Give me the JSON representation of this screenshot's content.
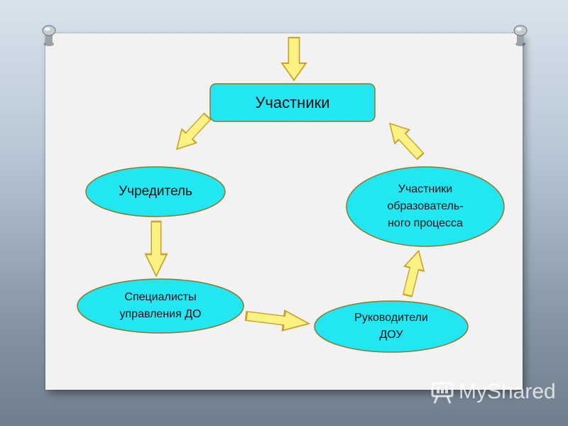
{
  "diagram": {
    "top_node": "Участники",
    "left_node": "Учредитель",
    "bottom_left_node": "Специалисты управления ДО",
    "bottom_right_node": "Руководители ДОУ",
    "right_node": "Участники образователь- ного процесса"
  },
  "node_lines": {
    "bottom_left": [
      "Специалисты",
      "управления ДО"
    ],
    "bottom_right": [
      "Руководители",
      "ДОУ"
    ],
    "right": [
      "Участники",
      "образователь-",
      "ного процесса"
    ]
  },
  "watermark": "MyShared",
  "colors": {
    "node_fill": "#22e6f2",
    "node_stroke": "#8a7a2e",
    "arrow_fill": "#fbf283",
    "arrow_stroke": "#c9a227"
  }
}
